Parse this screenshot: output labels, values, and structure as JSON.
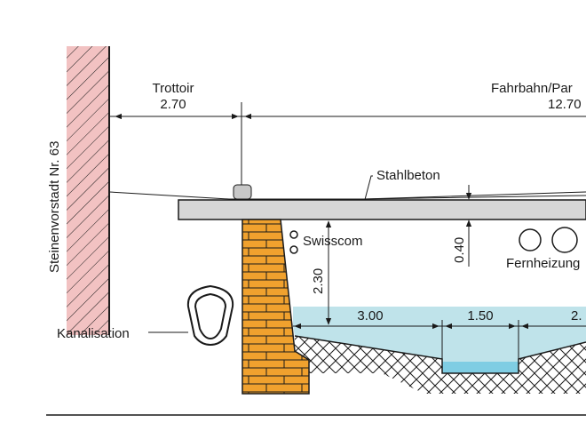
{
  "building": {
    "label": "Steinenvorstadt Nr. 63"
  },
  "trottoir": {
    "label": "Trottoir",
    "width": "2.70"
  },
  "fahrbahn": {
    "label": "Fahrbahn/Par",
    "width": "12.70"
  },
  "slab": {
    "label": "Stahlbeton",
    "thickness": "0.40"
  },
  "utilities": {
    "telecom": "Swisscom",
    "district_heating": "Fernheizung"
  },
  "wall": {
    "height": "2.30"
  },
  "sewer": {
    "label": "Kanalisation"
  },
  "channel": {
    "left": "3.00",
    "center": "1.50",
    "right": "2."
  },
  "colors": {
    "facade": "#f2c2c2",
    "brick": "#f0a12e",
    "slab": "#d6d6d6",
    "water": "#bfe3ea",
    "water_channel": "#7fcde3",
    "line": "#1a1a1a"
  }
}
